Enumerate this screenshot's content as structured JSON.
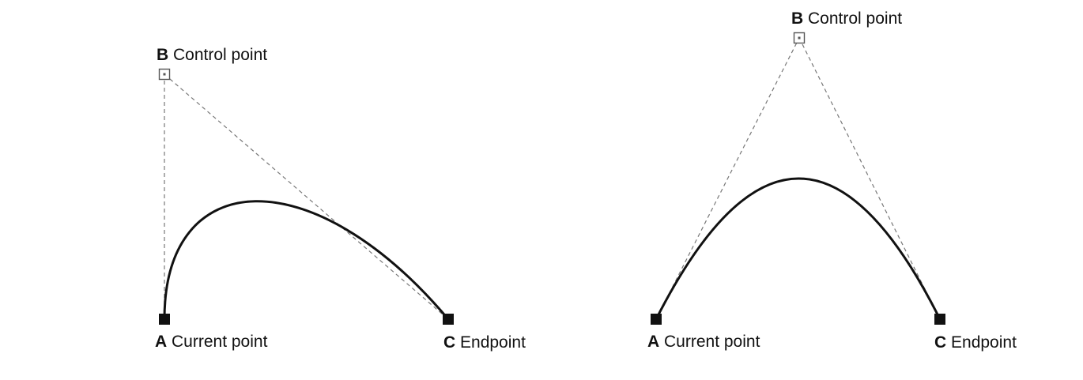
{
  "diagrams": [
    {
      "points": {
        "A": {
          "letter": "A",
          "text": "Current point"
        },
        "B": {
          "letter": "B",
          "text": "Control point"
        },
        "C": {
          "letter": "C",
          "text": "Endpoint"
        }
      }
    },
    {
      "points": {
        "A": {
          "letter": "A",
          "text": "Current point"
        },
        "B": {
          "letter": "B",
          "text": "Control point"
        },
        "C": {
          "letter": "C",
          "text": "Endpoint"
        }
      }
    }
  ],
  "colors": {
    "curve": "#111111",
    "guide": "#777777",
    "anchor": "#111111",
    "control": "#555555"
  },
  "icons": {
    "anchor": "filled-square-handle",
    "control": "hollow-square-handle"
  }
}
